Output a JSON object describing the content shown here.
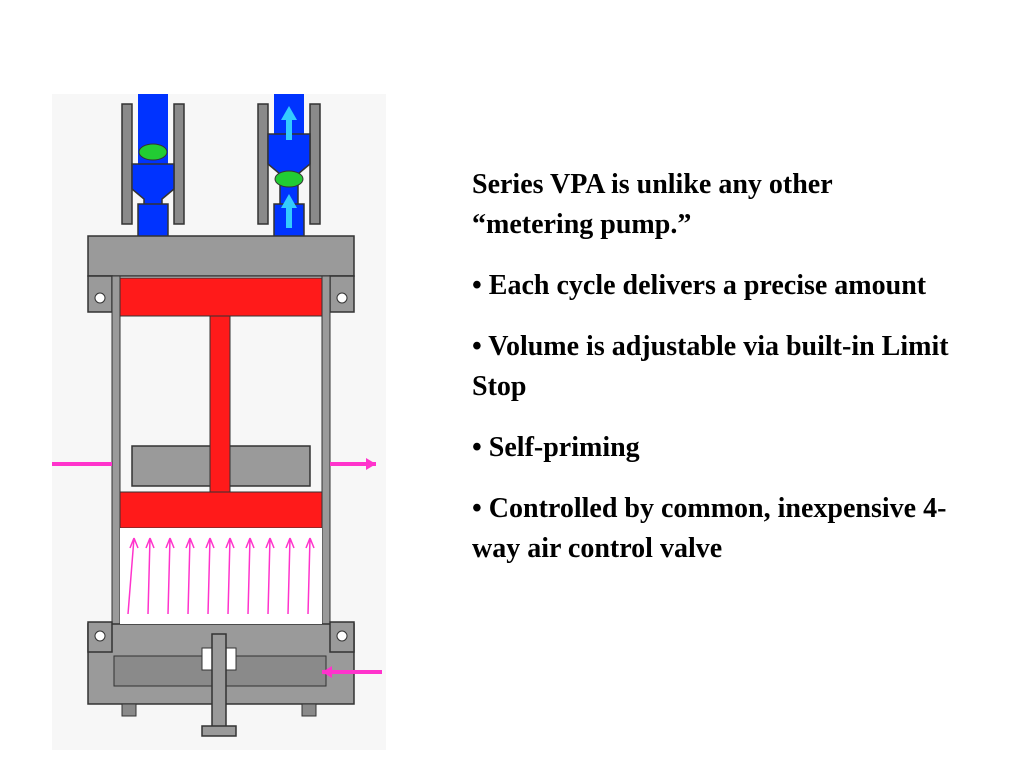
{
  "slide": {
    "intro": "Series VPA is unlike any other “metering pump.”",
    "bullets": [
      "• Each cycle delivers a precise amount",
      "• Volume is adjustable via built-in Limit Stop",
      "• Self-priming",
      "• Controlled by common, inexpensive 4-way air control valve"
    ]
  },
  "colors": {
    "piston": "#ff1a1a",
    "fluid": "#0033ff",
    "flow_arrow": "#33ccff",
    "check_ball": "#22cc33",
    "air": "#ff33cc",
    "body": "#9a9a9a"
  }
}
